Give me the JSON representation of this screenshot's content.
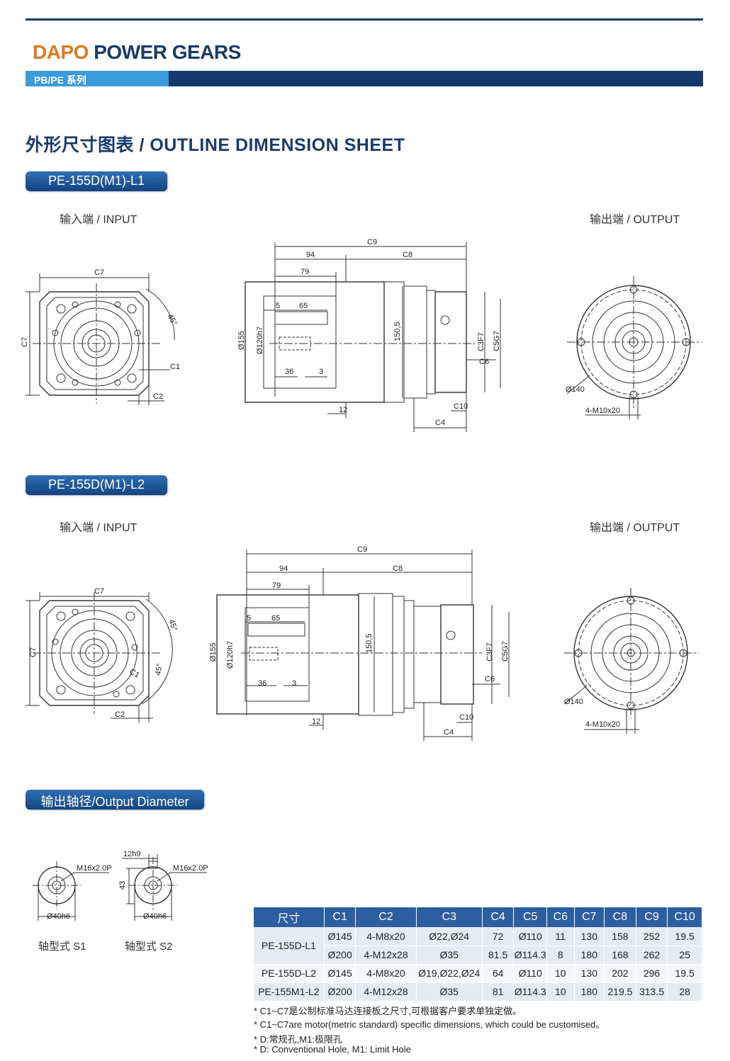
{
  "header": {
    "brand_part1": "DAPO",
    "brand_part2": "POWER GEARS",
    "series": "PB/PE 系列",
    "sheet_title": "外形尺寸图表 / OUTLINE DIMENSION SHEET"
  },
  "colors": {
    "navy": "#1b3a6b",
    "orange": "#e07a1f",
    "blue": "#3b9ad9",
    "table_header": "#2c5ea0"
  },
  "models": [
    {
      "name": "PE-155D(M1)-L1",
      "input_label": "输入端 / INPUT",
      "output_label": "输出端 / OUTPUT",
      "dims": {
        "c9": "C9",
        "d94": "94",
        "c8": "C8",
        "d79": "79",
        "d65": "65",
        "d5": "5",
        "d36": "36",
        "d3": "3",
        "d12": "12",
        "d150": "150,5",
        "d155": "Ø155",
        "d120": "Ø120h7",
        "c3": "C3F7",
        "c5": "C5G7",
        "c6": "C6",
        "c10": "C10",
        "c4": "C4",
        "c7": "C7",
        "c7v": "C7",
        "c1": "C1",
        "c2": "C2",
        "ang": "45°",
        "d140": "Ø140",
        "m10": "4-M10x20"
      }
    },
    {
      "name": "PE-155D(M1)-L2",
      "input_label": "输入端 / INPUT",
      "output_label": "输出端 / OUTPUT",
      "dims": {
        "c9": "C9",
        "d94": "94",
        "c8": "C8",
        "d79": "79",
        "d65": "65",
        "d5": "5",
        "d36": "36",
        "d3": "3",
        "d12": "12",
        "d150": "150,5",
        "d155": "Ø155",
        "d120": "Ø120h7",
        "c3": "C3F7",
        "c5": "C5G7",
        "c6": "C6",
        "c10": "C10",
        "c4": "C4",
        "c7": "C7",
        "c7v": "C7",
        "c1": "C1",
        "c2": "C2",
        "ang": "45°",
        "ang2": "45°",
        "d140": "Ø140",
        "m10": "4-M10x20"
      }
    }
  ],
  "output_diameter": {
    "title": "输出轴径/Output Diameter",
    "s1": {
      "thread": "M16x2.0P",
      "dia": "Ø40h6",
      "caption": "轴型式 S1"
    },
    "s2": {
      "key": "12h9",
      "height": "43",
      "thread": "M16x2.0P",
      "dia": "Ø40h6",
      "caption": "轴型式 S2"
    }
  },
  "table": {
    "headers": [
      "尺寸",
      "C1",
      "C2",
      "C3",
      "C4",
      "C5",
      "C6",
      "C7",
      "C8",
      "C9",
      "C10"
    ],
    "rows": [
      {
        "model": "PE-155D-L1",
        "cells": [
          "Ø145",
          "4-M8x20",
          "Ø22,Ø24",
          "72",
          "Ø110",
          "11",
          "130",
          "158",
          "252",
          "19.5"
        ]
      },
      {
        "model": "",
        "cells": [
          "Ø200",
          "4-M12x28",
          "Ø35",
          "81.5",
          "Ø114.3",
          "8",
          "180",
          "168",
          "262",
          "25"
        ]
      },
      {
        "model": "PE-155D-L2",
        "cells": [
          "Ø145",
          "4-M8x20",
          "Ø19,Ø22,Ø24",
          "64",
          "Ø110",
          "10",
          "130",
          "202",
          "296",
          "19.5"
        ]
      },
      {
        "model": "PE-155M1-L2",
        "cells": [
          "Ø200",
          "4-M12x28",
          "Ø35",
          "81",
          "Ø114.3",
          "10",
          "180",
          "219.5",
          "313.5",
          "28"
        ]
      }
    ]
  },
  "notes": [
    "* C1~C7是公制标准马达连接板之尺寸,可根据客户要求单独定做。",
    "* C1~C7are motor(metric standard)  specific dimensions, which could be customised。",
    "* D:常规孔,M1:极限孔",
    "* D: Conventional Hole, M1: Limit Hole"
  ]
}
